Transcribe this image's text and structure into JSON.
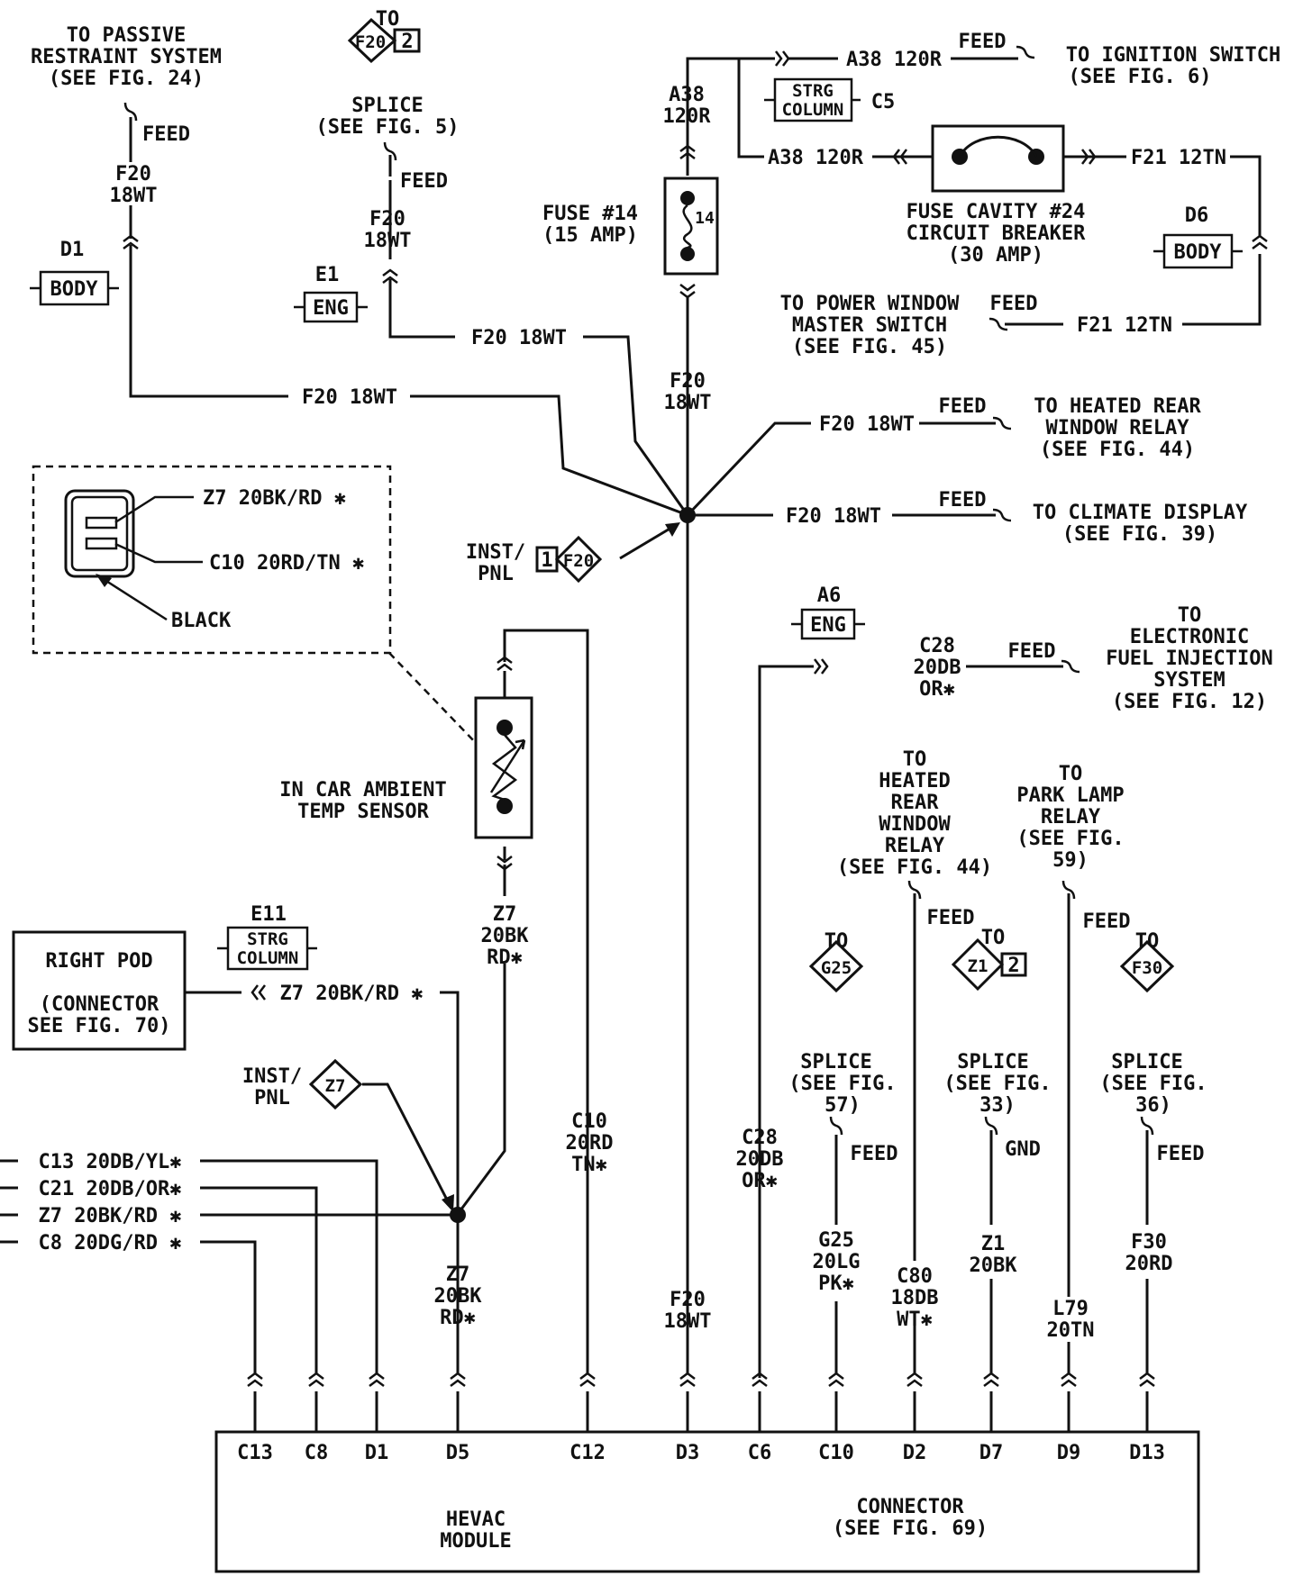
{
  "labels": {
    "to_passive_1": "TO PASSIVE",
    "to_passive_2": "RESTRAINT SYSTEM",
    "to_passive_3": "(SEE FIG. 24)",
    "feed": "FEED",
    "gnd": "GND",
    "to": "TO",
    "splice": "SPLICE",
    "see_fig5": "(SEE FIG. 5)",
    "see_fig_57a": "(SEE FIG.",
    "see_fig_57b": "57)",
    "see_fig_33b": "33)",
    "see_fig_36b": "36)",
    "f20": "F20",
    "w18wt": "18WT",
    "f20_18wt": "F20 18WT",
    "d1": "D1",
    "body": "BODY",
    "e1": "E1",
    "eng": "ENG",
    "a38": "A38",
    "w120r": "120R",
    "a38_120r": "A38 120R",
    "strg": "STRG",
    "column": "COLUMN",
    "c5": "C5",
    "to_ign": "TO IGNITION SWITCH",
    "see_fig6": "(SEE FIG. 6)",
    "fuse14_1": "FUSE #14",
    "fuse14_2": "(15 AMP)",
    "fuse14_num": "14",
    "cb_1": "FUSE CAVITY #24",
    "cb_2": "CIRCUIT BREAKER",
    "cb_3": "(30 AMP)",
    "f21_12tn": "F21 12TN",
    "d6": "D6",
    "pw_1": "TO POWER WINDOW",
    "pw_2": "MASTER SWITCH",
    "pw_3": "(SEE FIG. 45)",
    "hr_1": "TO HEATED REAR",
    "hr_2": "WINDOW RELAY",
    "hr_3": "(SEE FIG. 44)",
    "cd_1": "TO CLIMATE DISPLAY",
    "cd_2": "(SEE FIG. 39)",
    "z7_20bkrd": "Z7 20BK/RD ✱",
    "c10_20rdtn": "C10 20RD/TN ✱",
    "black": "BLACK",
    "inst": "INST/",
    "pnl": "PNL",
    "one": "1",
    "two": "2",
    "f20_sym": "F20",
    "a6": "A6",
    "c28": "C28",
    "w20db": "20DB",
    "or_star": "OR✱",
    "efi_1": "TO",
    "efi_2": "ELECTRONIC",
    "efi_3": "FUEL INJECTION",
    "efi_4": "SYSTEM",
    "efi_5": "(SEE FIG. 12)",
    "sensor_1": "IN CAR AMBIENT",
    "sensor_2": "TEMP SENSOR",
    "z7": "Z7",
    "w20bk": "20BK",
    "rd_star": "RD✱",
    "c10": "C10",
    "w20rd": "20RD",
    "tn_star": "TN✱",
    "hr2_1": "TO",
    "hr2_2": "HEATED",
    "hr2_3": "REAR",
    "hr2_4": "WINDOW",
    "hr2_5": "RELAY",
    "hr2_6": "(SEE FIG. 44)",
    "pl_1": "TO",
    "pl_2": "PARK LAMP",
    "pl_3": "RELAY",
    "pl_4": "(SEE FIG.",
    "pl_5": "59)",
    "e11": "E11",
    "right_pod_1": "RIGHT POD",
    "right_pod_2": "(CONNECTOR",
    "right_pod_3": "SEE FIG. 70)",
    "z7_sym": "Z7",
    "g25": "G25",
    "z1": "Z1",
    "f30": "F30",
    "c13_wire": "C13 20DB/YL✱",
    "c21_wire": "C21 20DB/OR✱",
    "z7_wire": "Z7 20BK/RD ✱",
    "c8_wire": "C8 20DG/RD ✱",
    "g25_20lg": "20LG",
    "pk_star": "PK✱",
    "c80": "C80",
    "w18db": "18DB",
    "wt_star": "WT✱",
    "z1_20bk": "20BK",
    "l79": "L79",
    "w20tn": "20TN",
    "f30_20rd": "20RD",
    "pin_c13": "C13",
    "pin_c8": "C8",
    "pin_d1": "D1",
    "pin_d5": "D5",
    "pin_c12": "C12",
    "pin_d3": "D3",
    "pin_c6": "C6",
    "pin_c10": "C10",
    "pin_d2": "D2",
    "pin_d7": "D7",
    "pin_d9": "D9",
    "pin_d13": "D13",
    "hevac_1": "HEVAC",
    "hevac_2": "MODULE",
    "conn_1": "CONNECTOR",
    "conn_2": "(SEE FIG. 69)"
  }
}
